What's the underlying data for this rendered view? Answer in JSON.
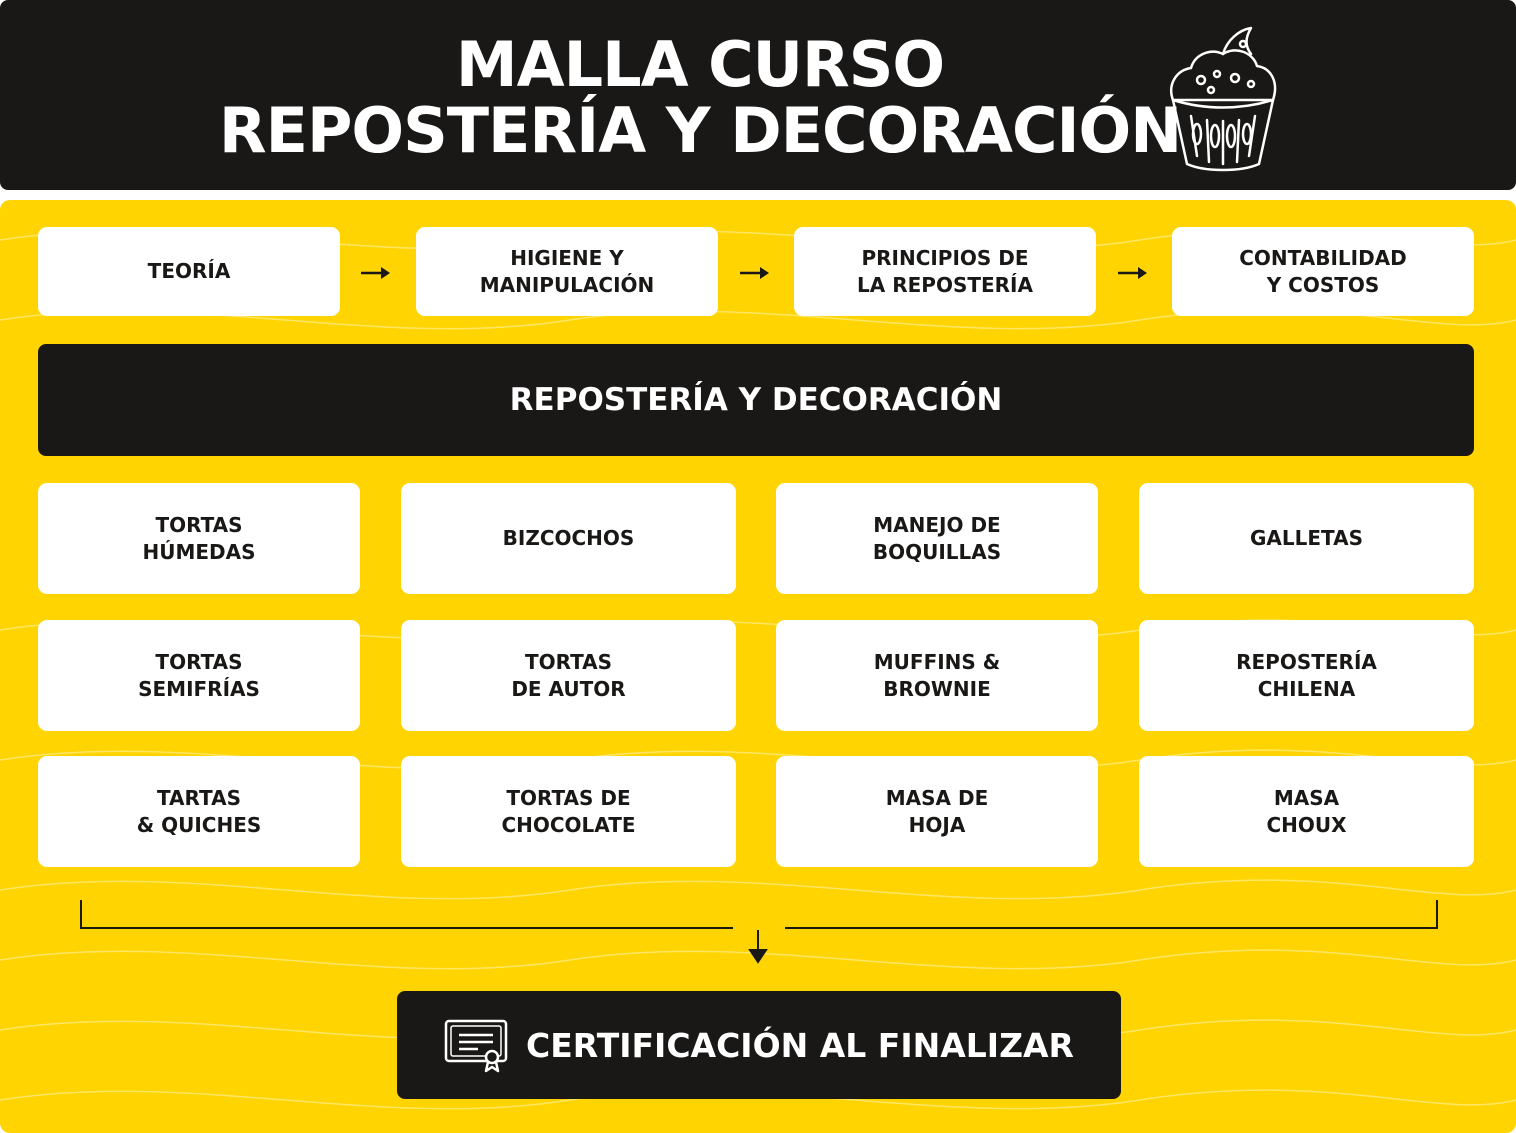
{
  "header": {
    "title_line1": "MALLA CURSO",
    "title_line2": "REPOSTERÍA Y DECORACIÓN"
  },
  "top_steps": [
    "TEORÍA",
    "HIGIENE Y\nMANIPULACIÓN",
    "PRINCIPIOS DE\nLA REPOSTERÍA",
    "CONTABILIDAD\nY COSTOS"
  ],
  "section_title": "REPOSTERÍA Y DECORACIÓN",
  "modules": [
    [
      "TORTAS\nHÚMEDAS",
      "BIZCOCHOS",
      "MANEJO DE\nBOQUILLAS",
      "GALLETAS"
    ],
    [
      "TORTAS\nSEMIFRÍAS",
      "TORTAS\nDE AUTOR",
      "MUFFINS &\nBROWNIE",
      "REPOSTERÍA\nCHILENA"
    ],
    [
      "TARTAS\n& QUICHES",
      "TORTAS DE\nCHOCOLATE",
      "MASA DE\nHOJA",
      "MASA\nCHOUX"
    ]
  ],
  "certification": "CERTIFICACIÓN AL FINALIZAR",
  "icons": {
    "header": "cupcake-icon",
    "certification": "certificate-icon",
    "flow": "arrow-right-icon"
  },
  "colors": {
    "background_yellow": "#ffd400",
    "dark": "#1a1816",
    "card": "#ffffff"
  }
}
